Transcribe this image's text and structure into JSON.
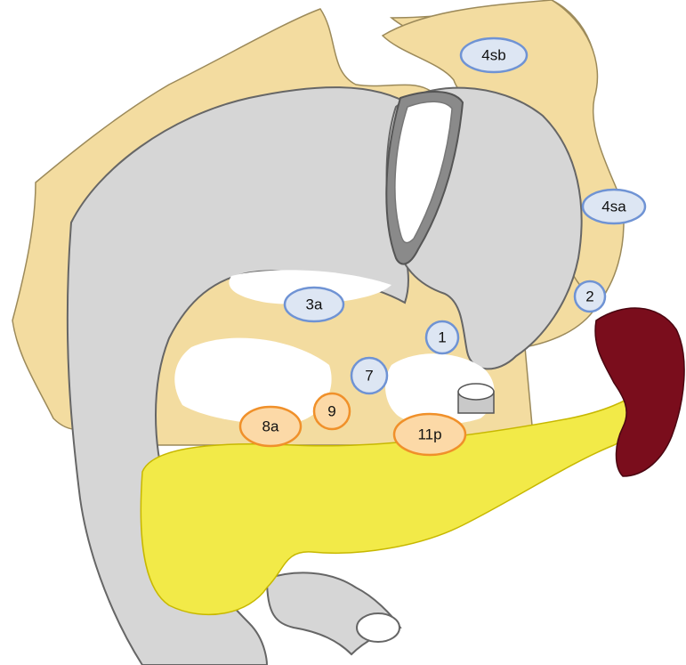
{
  "colors": {
    "omentum": "#f3dca0",
    "organ": "#d6d6d6",
    "organ_stroke": "#666666",
    "pancreas": "#f2ea48",
    "spleen": "#7a0d1c",
    "node_blue_fill": "#dde6f3",
    "node_blue_stroke": "#6f93d4",
    "node_orange_fill": "#fcd9a7",
    "node_orange_stroke": "#f0902a"
  },
  "nodes": {
    "n4sb": {
      "label": "4sb",
      "group": "blue"
    },
    "n4sa": {
      "label": "4sa",
      "group": "blue"
    },
    "n2": {
      "label": "2",
      "group": "blue"
    },
    "n3a": {
      "label": "3a",
      "group": "blue"
    },
    "n1": {
      "label": "1",
      "group": "blue"
    },
    "n7": {
      "label": "7",
      "group": "blue"
    },
    "n9": {
      "label": "9",
      "group": "orange"
    },
    "n8a": {
      "label": "8a",
      "group": "orange"
    },
    "n11p": {
      "label": "11p",
      "group": "orange"
    }
  }
}
